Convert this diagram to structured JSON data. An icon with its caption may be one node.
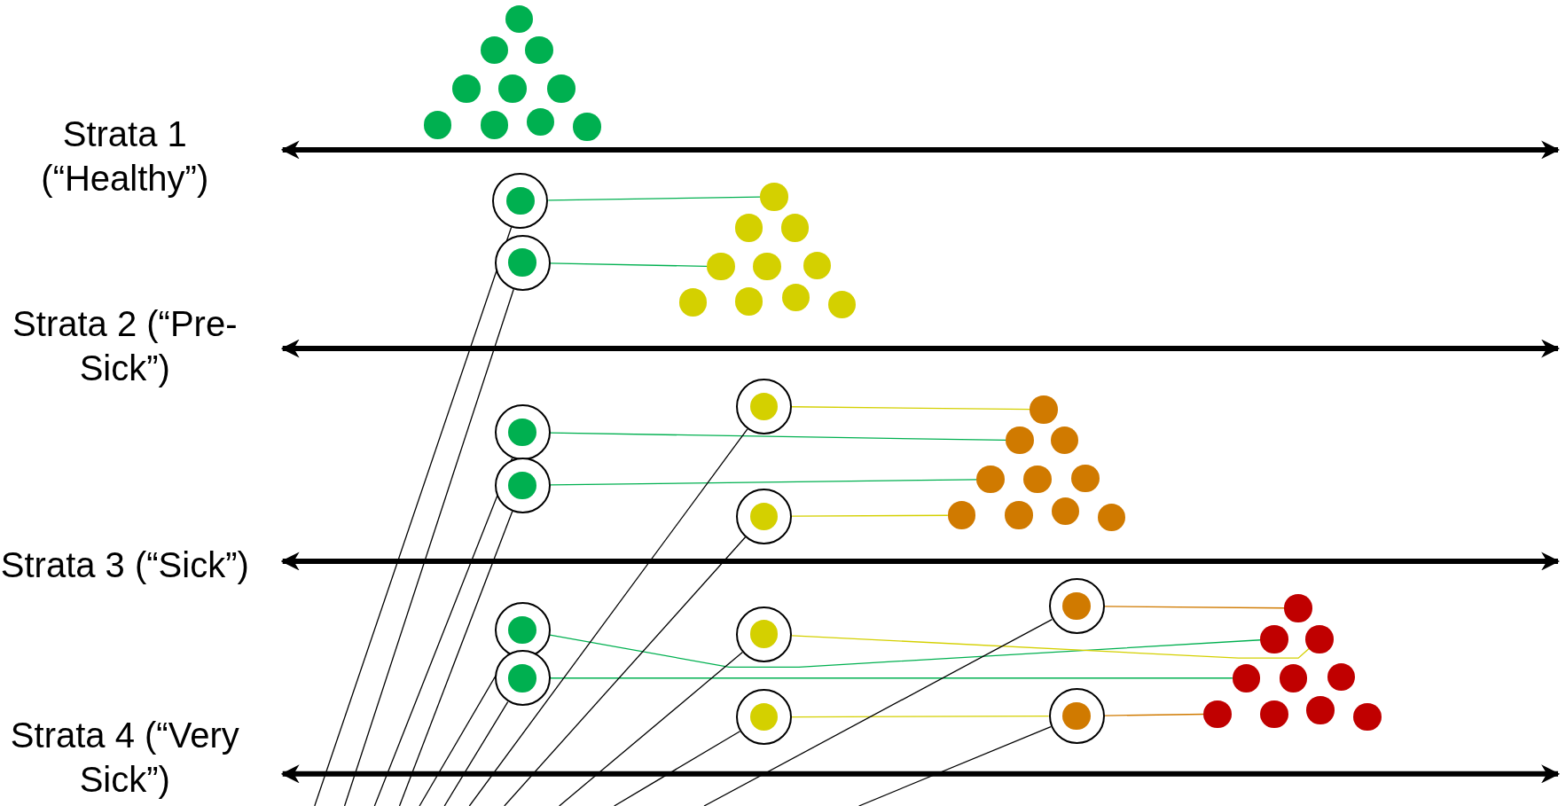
{
  "diagram": {
    "nodes": [
      {
        "text": [],
        "shape": "circle"
      },
      {
        "text": [],
        "shape": "circle"
      },
      {
        "text": [],
        "shape": "circle"
      },
      {
        "text": [],
        "shape": "circle"
      },
      {
        "text": [],
        "shape": "circle"
      },
      {
        "text": [],
        "shape": "circle"
      },
      {
        "text": [],
        "shape": "circle"
      },
      {
        "text": [],
        "shape": "circle"
      },
      {
        "text": [],
        "shape": "circle"
      },
      {
        "text": [],
        "shape": "circle"
      },
      {
        "text": [],
        "shape": "circle"
      },
      {
        "text": [],
        "shape": "circle"
      },
      {
        "text": [],
        "shape": "circle"
      },
      {
        "text": [],
        "shape": "circle"
      },
      {
        "text": [],
        "shape": "circle"
      },
      {
        "text": [],
        "shape": "circle"
      },
      {
        "text": [],
        "shape": "circle"
      },
      {
        "text": [],
        "shape": "circle"
      },
      {
        "text": [],
        "shape": "circle"
      },
      {
        "text": [],
        "shape": "circle"
      },
      {
        "text": [],
        "shape": "circle"
      },
      {
        "text": [],
        "shape": "circle"
      },
      {
        "text": [],
        "shape": "circle"
      },
      {
        "text": [],
        "shape": "circle"
      },
      {
        "text": [],
        "shape": "circle"
      },
      {
        "text": [],
        "shape": "circle"
      },
      {
        "text": [],
        "shape": "circle"
      },
      {
        "text": [],
        "shape": "circle"
      },
      {
        "text": [],
        "shape": "circle"
      },
      {
        "text": [],
        "shape": "circle"
      },
      {
        "text": [],
        "shape": "circle"
      },
      {
        "text": [],
        "shape": "circle"
      },
      {
        "text": [],
        "shape": "circle"
      },
      {
        "text": [],
        "shape": "circle"
      },
      {
        "text": [],
        "shape": "circle"
      },
      {
        "text": [],
        "shape": "circle"
      },
      {
        "text": [],
        "shape": "circle"
      },
      {
        "text": [],
        "shape": "circle"
      },
      {
        "text": [],
        "shape": "circle"
      },
      {
        "text": [],
        "shape": "circle"
      },
      {
        "text": [],
        "shape": "circle"
      },
      {
        "text": [],
        "shape": "circle"
      },
      {
        "text": [],
        "shape": "circle"
      },
      {
        "text": [],
        "shape": "circle"
      },
      {
        "text": [],
        "shape": "circle"
      },
      {
        "text": [],
        "shape": "circle"
      },
      {
        "text": [],
        "shape": "circle"
      },
      {
        "text": [],
        "shape": "circle"
      },
      {
        "text": [],
        "shape": "circle"
      },
      {
        "text": [],
        "shape": "circle"
      },
      {
        "text": [],
        "shape": "circle"
      },
      {
        "text": [],
        "shape": "circle"
      }
    ],
    "edges": [
      {
        "from": 10,
        "to": 12,
        "arrow": "none",
        "color": "#00b050"
      },
      {
        "from": 11,
        "to": 15,
        "arrow": "none",
        "color": "#00b050"
      },
      {
        "from": 22,
        "to": 26,
        "arrow": "none",
        "color": "#d4d000"
      },
      {
        "from": 23,
        "to": 27,
        "arrow": "none",
        "color": "#00b050"
      },
      {
        "from": 24,
        "to": 29,
        "arrow": "none",
        "color": "#00b050"
      },
      {
        "from": 25,
        "to": 32,
        "arrow": "none",
        "color": "#d4d000"
      },
      {
        "from": 36,
        "to": 42,
        "arrow": "none",
        "color": "#d07a00"
      },
      {
        "from": 37,
        "to": 43,
        "arrow": "none",
        "color": "#00b050"
      },
      {
        "from": 38,
        "to": 44,
        "arrow": "none",
        "color": "#d4d000"
      },
      {
        "from": 39,
        "to": 45,
        "arrow": "none",
        "color": "#00b050"
      },
      {
        "from": 40,
        "to": 41,
        "arrow": "none",
        "color": "#d4d000"
      },
      {
        "from": 41,
        "to": 48,
        "arrow": "none",
        "color": "#d07a00"
      },
      {
        "from": 10,
        "to": null,
        "arrow": "none"
      },
      {
        "from": 11,
        "to": null,
        "arrow": "none"
      },
      {
        "from": 22,
        "to": null,
        "arrow": "none"
      },
      {
        "from": 23,
        "to": null,
        "arrow": "none"
      },
      {
        "from": 24,
        "to": null,
        "arrow": "none"
      },
      {
        "from": 25,
        "to": null,
        "arrow": "none"
      },
      {
        "from": 36,
        "to": null,
        "arrow": "none"
      },
      {
        "from": 37,
        "to": null,
        "arrow": "none"
      },
      {
        "from": 38,
        "to": null,
        "arrow": "none"
      },
      {
        "from": 39,
        "to": null,
        "arrow": "none"
      },
      {
        "from": 40,
        "to": null,
        "arrow": "none"
      },
      {
        "from": 41,
        "to": null,
        "arrow": "none"
      }
    ],
    "labels": [
      "Strata 1 (“Healthy”)",
      "Strata 2 (“Pre-Sick”)",
      "Strata 3 (“Sick”)",
      "Strata 4 (“Very Sick”)"
    ]
  }
}
